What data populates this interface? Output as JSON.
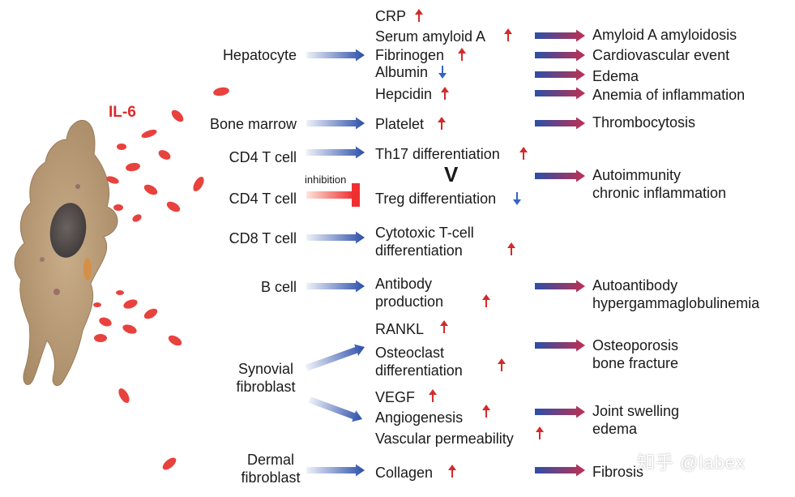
{
  "colors": {
    "arrow_blue": "#2b4fa8",
    "arrow_fade": "#eef1f9",
    "arrow_red": "#c03050",
    "inhibit_red": "#f03030",
    "up_arrow": "#d42a2a",
    "down_arrow": "#3465c4",
    "droplet": "#e8423e",
    "cell_body": "#b89c78",
    "nucleus": "#5c5452"
  },
  "signal": {
    "label": "IL-6"
  },
  "sources": {
    "hepatocyte": "Hepatocyte",
    "bone_marrow": "Bone marrow",
    "cd4_a": "CD4 T cell",
    "cd4_b": "CD4 T cell",
    "cd8": "CD8 T cell",
    "b_cell": "B cell",
    "synovial": "Synovial\nfibroblast",
    "dermal": "Dermal\nfibroblast"
  },
  "inhibition_label": "inhibition",
  "effects": {
    "crp": "CRP",
    "saa": "Serum amyloid A",
    "fibrinogen": "Fibrinogen",
    "albumin": "Albumin",
    "hepcidin": "Hepcidin",
    "platelet": "Platelet",
    "th17": "Th17 differentiation",
    "vs": "V",
    "treg": "Treg differentiation",
    "ctl": "Cytotoxic T-cell\ndifferentiation",
    "antibody": "Antibody\nproduction",
    "rankl": "RANKL",
    "osteoclast": "Osteoclast\ndifferentiation",
    "vegf": "VEGF",
    "angiogenesis": "Angiogenesis",
    "permeability": "Vascular permeability",
    "collagen": "Collagen"
  },
  "outcomes": {
    "amyloidosis": "Amyloid A amyloidosis",
    "cardio": "Cardiovascular event",
    "edema": "Edema",
    "anemia": "Anemia of inflammation",
    "thrombo": "Thrombocytosis",
    "autoimmunity": "Autoimmunity\nchronic inflammation",
    "autoantibody": "Autoantibody\nhypergammaglobulinemia",
    "osteoporosis": "Osteoporosis\nbone fracture",
    "joint": "Joint swelling\nedema",
    "fibrosis": "Fibrosis"
  },
  "watermark": "知乎 @labex"
}
